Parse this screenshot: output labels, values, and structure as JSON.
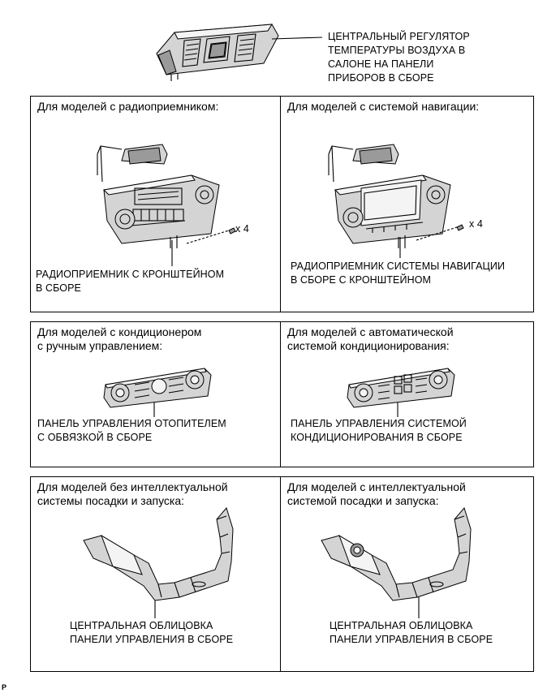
{
  "top": {
    "label_lines": [
      "ЦЕНТРАЛЬНЫЙ РЕГУЛЯТОР",
      "ТЕМПЕРАТУРЫ ВОЗДУХА В",
      "САЛОНЕ НА ПАНЕЛИ",
      "ПРИБОРОВ В СБОРЕ"
    ]
  },
  "radio_section": {
    "left": {
      "heading_lines": [
        "Для моделей с радиоприемником:"
      ],
      "qty": "x 4",
      "caption_lines": [
        "РАДИОПРИЕМНИК С КРОНШТЕЙНОМ",
        "В СБОРЕ"
      ]
    },
    "right": {
      "heading_lines": [
        "Для моделей с системой навигации:"
      ],
      "qty": "x 4",
      "caption_lines": [
        "РАДИОПРИЕМНИК СИСТЕМЫ НАВИГАЦИИ",
        "В СБОРЕ С КРОНШТЕЙНОМ"
      ]
    }
  },
  "ac_section": {
    "left": {
      "heading_lines": [
        "Для моделей с кондиционером",
        "с ручным управлением:"
      ],
      "caption_lines": [
        "ПАНЕЛЬ УПРАВЛЕНИЯ ОТОПИТЕЛЕМ",
        "С ОБВЯЗКОЙ В СБОРЕ"
      ]
    },
    "right": {
      "heading_lines": [
        "Для моделей с автоматической",
        "системой кондиционирования:"
      ],
      "caption_lines": [
        "ПАНЕЛЬ УПРАВЛЕНИЯ СИСТЕМОЙ",
        "КОНДИЦИОНИРОВАНИЯ В СБОРЕ"
      ]
    }
  },
  "trim_section": {
    "left": {
      "heading_lines": [
        "Для моделей без интеллектуальной",
        "системы посадки и запуска:"
      ],
      "caption_lines": [
        "ЦЕНТРАЛЬНАЯ ОБЛИЦОВКА",
        "ПАНЕЛИ УПРАВЛЕНИЯ В СБОРЕ"
      ]
    },
    "right": {
      "heading_lines": [
        "Для моделей с интеллектуальной",
        "системой посадки и запуска:"
      ],
      "caption_lines": [
        "ЦЕНТРАЛЬНАЯ ОБЛИЦОВКА",
        "ПАНЕЛИ УПРАВЛЕНИЯ В СБОРЕ"
      ]
    }
  },
  "footer": {
    "mark": "P"
  }
}
